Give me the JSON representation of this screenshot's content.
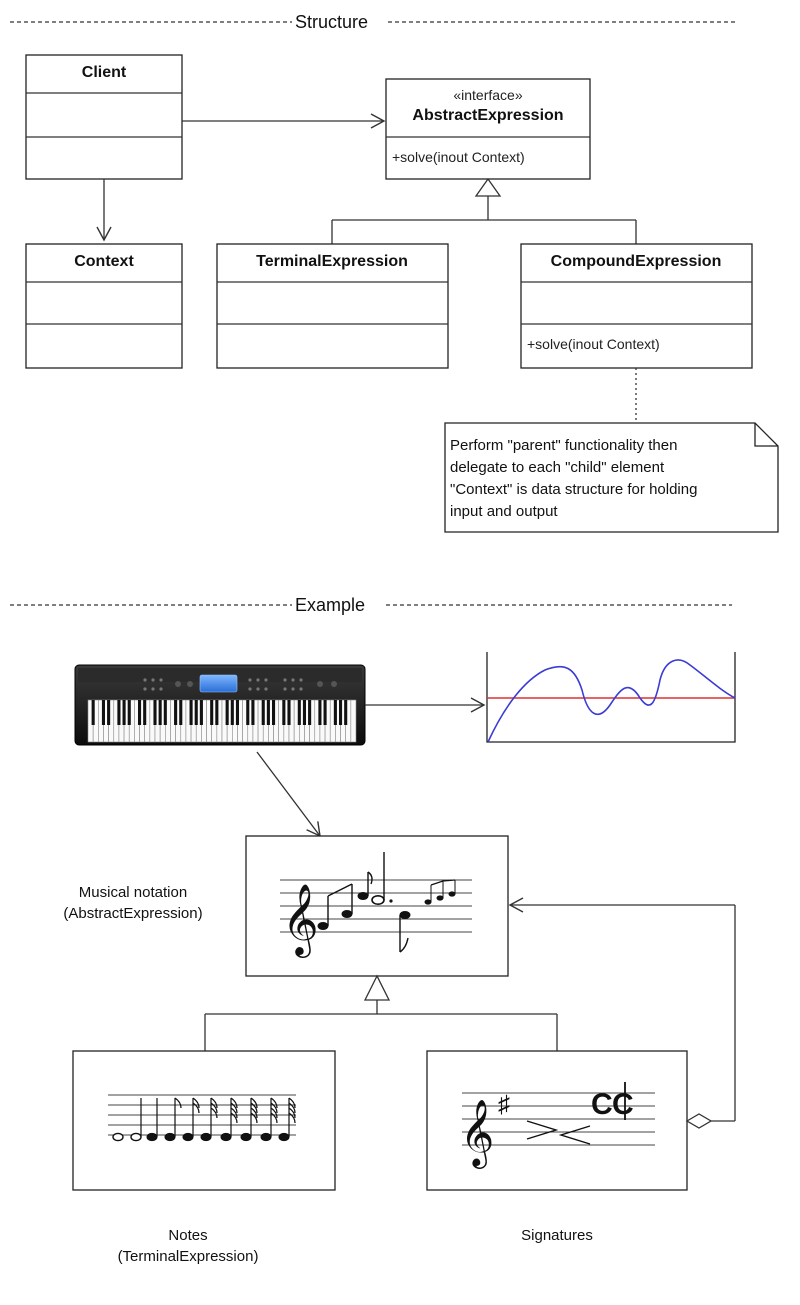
{
  "structure": {
    "header": "Structure",
    "client": {
      "name": "Client"
    },
    "abstract": {
      "stereotype": "«interface»",
      "name": "AbstractExpression",
      "method": "+solve(inout Context)"
    },
    "context": {
      "name": "Context"
    },
    "terminal": {
      "name": "TerminalExpression"
    },
    "compound": {
      "name": "CompoundExpression",
      "method": "+solve(inout Context)"
    },
    "note": {
      "lines": [
        "Perform \"parent\" functionality then",
        "delegate to each \"child\" element",
        "\"Context\" is data structure for holding",
        "input and output"
      ]
    }
  },
  "example": {
    "header": "Example",
    "abstract_label": [
      "Musical notation",
      "(AbstractExpression)"
    ],
    "notes_label": [
      "Notes",
      "(TerminalExpression)"
    ],
    "signatures_label": "Signatures",
    "waveform_colors": {
      "wave": "#3b3bd6",
      "baseline": "#e03030"
    },
    "icons": [
      "keyboard-image",
      "waveform-plot",
      "treble-clef-icon",
      "sharp-icon",
      "common-time-icon",
      "cut-time-icon"
    ]
  }
}
